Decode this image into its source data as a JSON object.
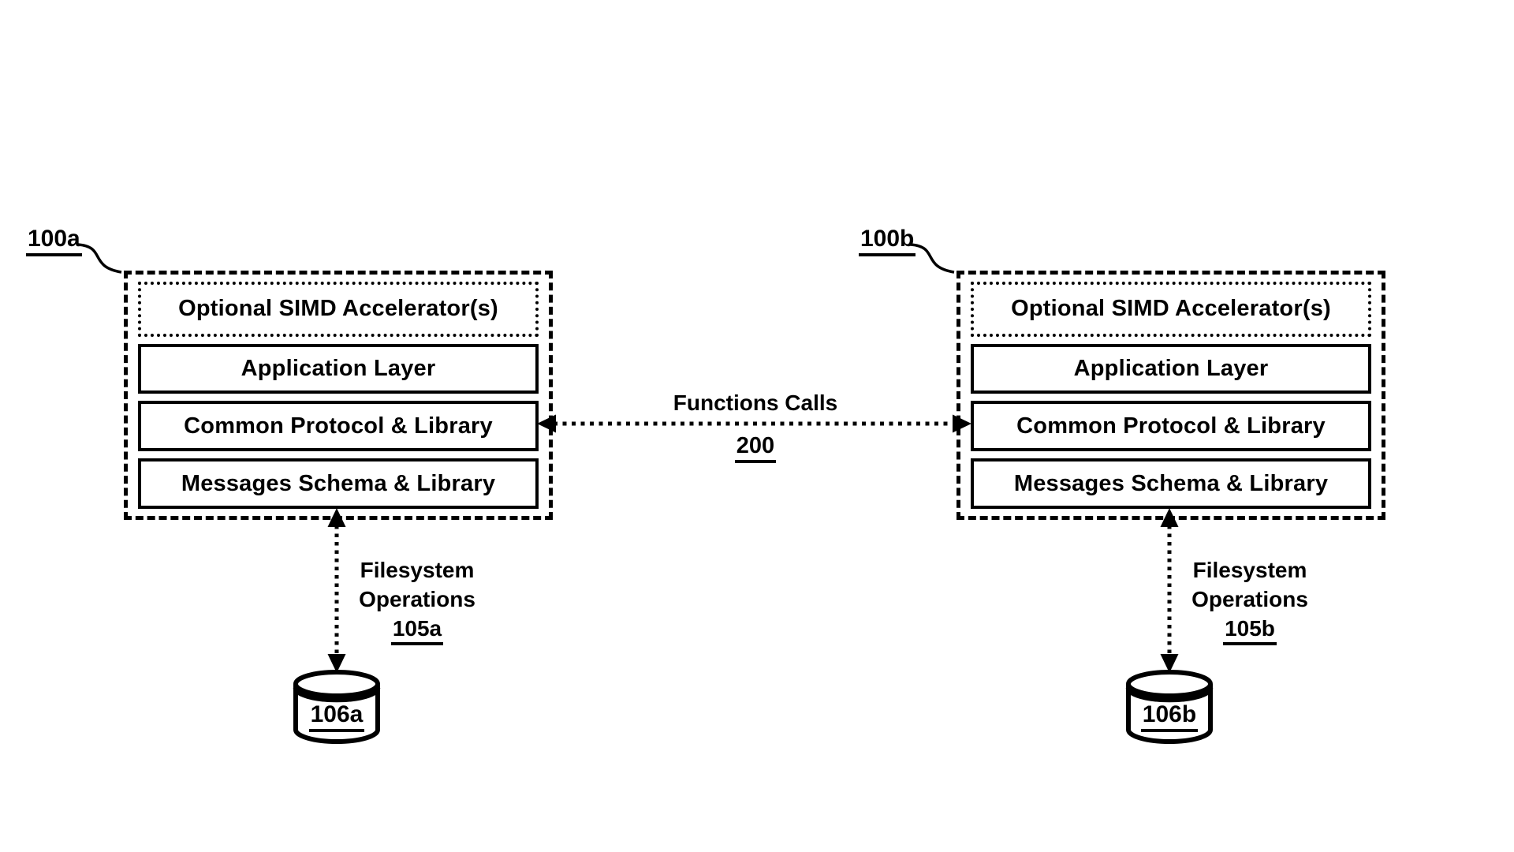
{
  "figure": {
    "colors": {
      "ink": "#000000",
      "background": "#ffffff"
    },
    "link": {
      "label": "Functions Calls",
      "ref": "200"
    },
    "system_left": {
      "ref": "100a",
      "layers": {
        "optional": "Optional SIMD Accelerator(s)",
        "application": "Application Layer",
        "protocol": "Common Protocol & Library",
        "messages": "Messages Schema & Library"
      },
      "filesystem": {
        "line1": "Filesystem",
        "line2": "Operations",
        "ref": "105a"
      },
      "database": {
        "ref": "106a"
      }
    },
    "system_right": {
      "ref": "100b",
      "layers": {
        "optional": "Optional SIMD Accelerator(s)",
        "application": "Application Layer",
        "protocol": "Common Protocol & Library",
        "messages": "Messages Schema & Library"
      },
      "filesystem": {
        "line1": "Filesystem",
        "line2": "Operations",
        "ref": "105b"
      },
      "database": {
        "ref": "106b"
      }
    }
  }
}
